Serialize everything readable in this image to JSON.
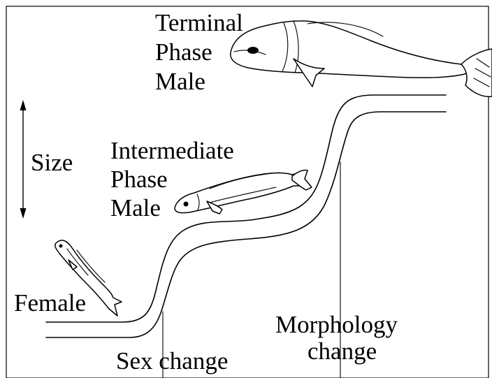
{
  "labels": {
    "terminal": [
      "Terminal",
      "Phase",
      "Male"
    ],
    "intermediate": [
      "Intermediate",
      "Phase",
      "Male"
    ],
    "female": "Female",
    "size": "Size",
    "sex_change": "Sex change",
    "morphology": [
      "Morphology",
      "change"
    ]
  }
}
